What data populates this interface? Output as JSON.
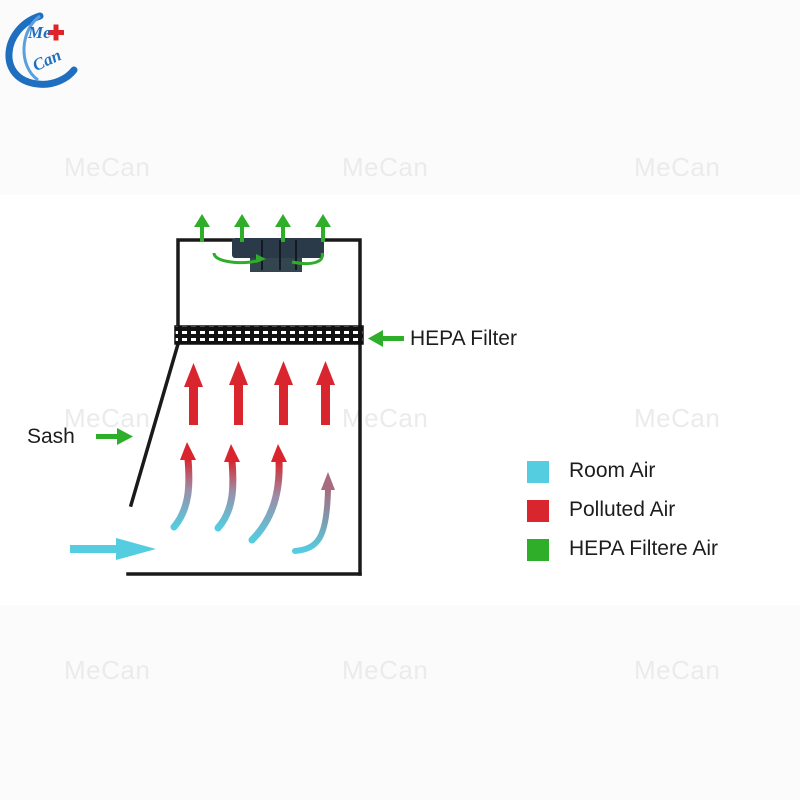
{
  "brand": {
    "logo_text_top": "Me",
    "logo_text_bottom": "Can",
    "watermark": "MeCan"
  },
  "diagram": {
    "labels": {
      "hepa_filter": "HEPA Filter",
      "sash": "Sash"
    }
  },
  "legend": [
    {
      "label": "Room Air",
      "color": "#54cde0"
    },
    {
      "label": "Polluted Air",
      "color": "#d9262e"
    },
    {
      "label": "HEPA Filtere Air",
      "color": "#2fae2a"
    }
  ],
  "colors": {
    "room_air": "#54cde0",
    "polluted_air": "#d9262e",
    "hepa_air": "#2fae2a",
    "cabinet_line": "#1a1a1a",
    "logo_blue": "#1e6fc0",
    "logo_red": "#e0232b"
  }
}
